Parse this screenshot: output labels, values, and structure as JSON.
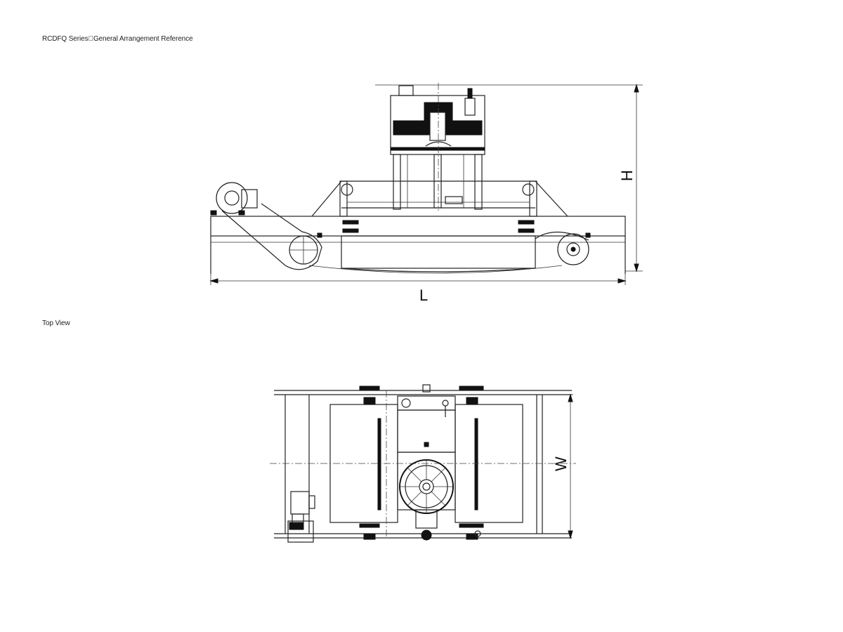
{
  "title": "RCDFQ Series\u0000General Arrangement Reference",
  "views": {
    "top_view_label": "Top View"
  },
  "dimensions": {
    "length": "L",
    "height": "H",
    "width": "W"
  }
}
